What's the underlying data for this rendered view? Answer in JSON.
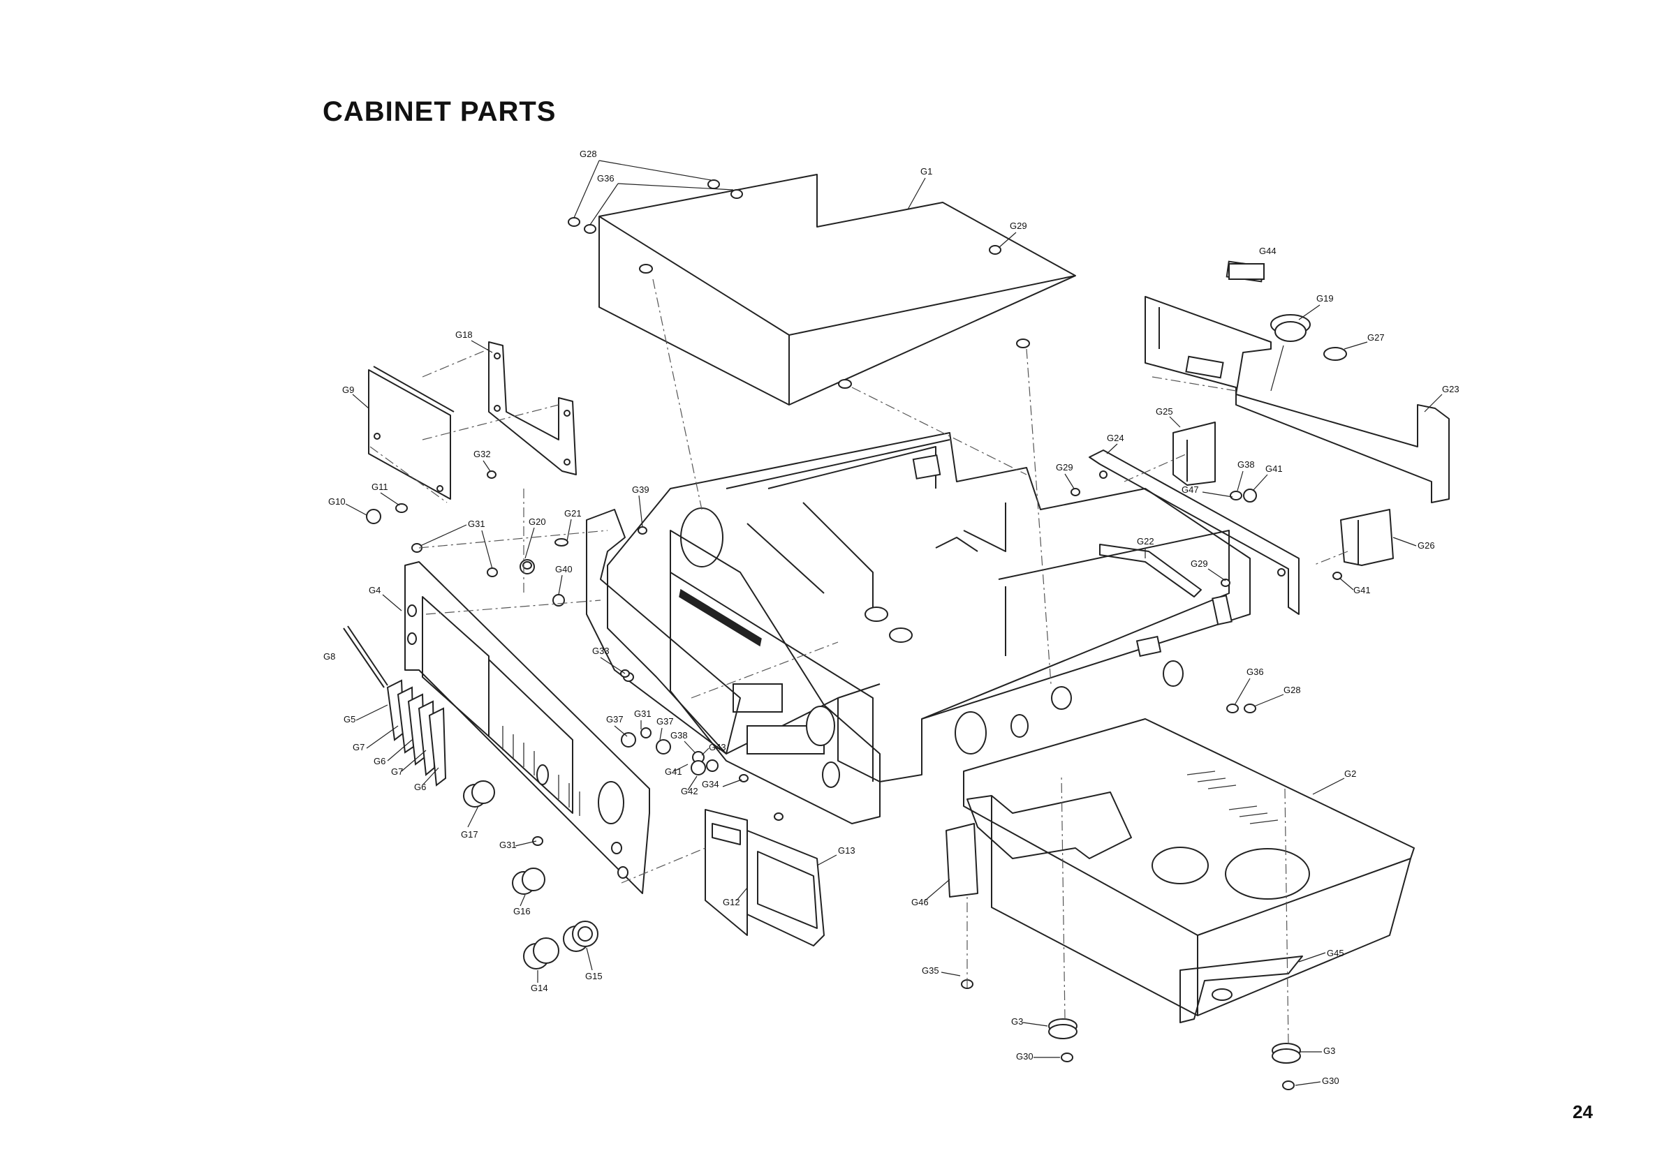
{
  "title": "CABINET PARTS",
  "page_number": "24",
  "parts": [
    {
      "id": "G1",
      "label": "G1"
    },
    {
      "id": "G2",
      "label": "G2"
    },
    {
      "id": "G3a",
      "label": "G3"
    },
    {
      "id": "G3b",
      "label": "G3"
    },
    {
      "id": "G4",
      "label": "G4"
    },
    {
      "id": "G5",
      "label": "G5"
    },
    {
      "id": "G6a",
      "label": "G6"
    },
    {
      "id": "G6b",
      "label": "G6"
    },
    {
      "id": "G7a",
      "label": "G7"
    },
    {
      "id": "G7b",
      "label": "G7"
    },
    {
      "id": "G8",
      "label": "G8"
    },
    {
      "id": "G9",
      "label": "G9"
    },
    {
      "id": "G10",
      "label": "G10"
    },
    {
      "id": "G11",
      "label": "G11"
    },
    {
      "id": "G12",
      "label": "G12"
    },
    {
      "id": "G13",
      "label": "G13"
    },
    {
      "id": "G14",
      "label": "G14"
    },
    {
      "id": "G15",
      "label": "G15"
    },
    {
      "id": "G16",
      "label": "G16"
    },
    {
      "id": "G17",
      "label": "G17"
    },
    {
      "id": "G18",
      "label": "G18"
    },
    {
      "id": "G19",
      "label": "G19"
    },
    {
      "id": "G20",
      "label": "G20"
    },
    {
      "id": "G21",
      "label": "G21"
    },
    {
      "id": "G22",
      "label": "G22"
    },
    {
      "id": "G23",
      "label": "G23"
    },
    {
      "id": "G24",
      "label": "G24"
    },
    {
      "id": "G25",
      "label": "G25"
    },
    {
      "id": "G26",
      "label": "G26"
    },
    {
      "id": "G27",
      "label": "G27"
    },
    {
      "id": "G28a",
      "label": "G28"
    },
    {
      "id": "G28b",
      "label": "G28"
    },
    {
      "id": "G29a",
      "label": "G29"
    },
    {
      "id": "G29b",
      "label": "G29"
    },
    {
      "id": "G29c",
      "label": "G29"
    },
    {
      "id": "G30a",
      "label": "G30"
    },
    {
      "id": "G30b",
      "label": "G30"
    },
    {
      "id": "G31a",
      "label": "G31"
    },
    {
      "id": "G31b",
      "label": "G31"
    },
    {
      "id": "G31c",
      "label": "G31"
    },
    {
      "id": "G32",
      "label": "G32"
    },
    {
      "id": "G33",
      "label": "G33"
    },
    {
      "id": "G34",
      "label": "G34"
    },
    {
      "id": "G35",
      "label": "G35"
    },
    {
      "id": "G36a",
      "label": "G36"
    },
    {
      "id": "G36b",
      "label": "G36"
    },
    {
      "id": "G37a",
      "label": "G37"
    },
    {
      "id": "G37b",
      "label": "G37"
    },
    {
      "id": "G38a",
      "label": "G38"
    },
    {
      "id": "G38b",
      "label": "G38"
    },
    {
      "id": "G39",
      "label": "G39"
    },
    {
      "id": "G40",
      "label": "G40"
    },
    {
      "id": "G41a",
      "label": "G41"
    },
    {
      "id": "G41b",
      "label": "G41"
    },
    {
      "id": "G41c",
      "label": "G41"
    },
    {
      "id": "G42",
      "label": "G42"
    },
    {
      "id": "G43",
      "label": "G43"
    },
    {
      "id": "G44",
      "label": "G44"
    },
    {
      "id": "G45",
      "label": "G45"
    },
    {
      "id": "G46",
      "label": "G46"
    },
    {
      "id": "G47",
      "label": "G47"
    }
  ]
}
